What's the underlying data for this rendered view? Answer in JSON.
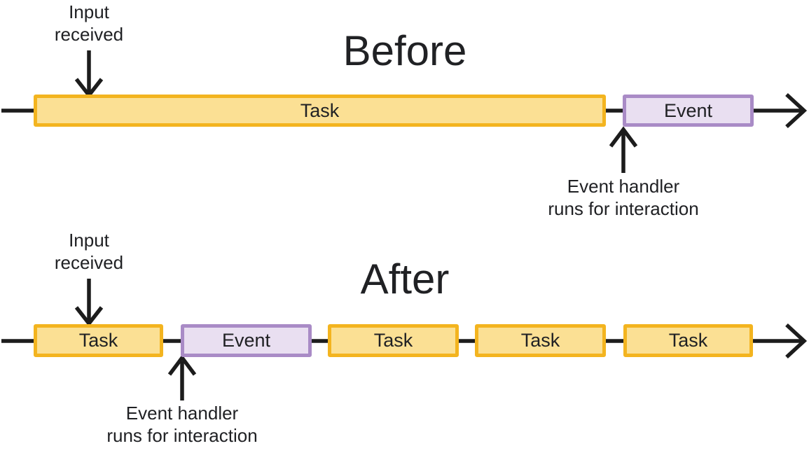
{
  "sections": {
    "before": {
      "title": "Before",
      "task_label": "Task",
      "event_label": "Event"
    },
    "after": {
      "title": "After",
      "event_label": "Event",
      "tasks": [
        "Task",
        "Task",
        "Task",
        "Task"
      ]
    }
  },
  "annotations": {
    "input_received": {
      "line1": "Input",
      "line2": "received"
    },
    "event_handler": {
      "line1": "Event handler",
      "line2": "runs for interaction"
    }
  },
  "colors": {
    "task-fill": "#FBE094",
    "task-border": "#F3B41F",
    "event-fill": "#E9DFF1",
    "event-border": "#A98BC6",
    "line": "#1C1C1C",
    "text": "#202124"
  }
}
